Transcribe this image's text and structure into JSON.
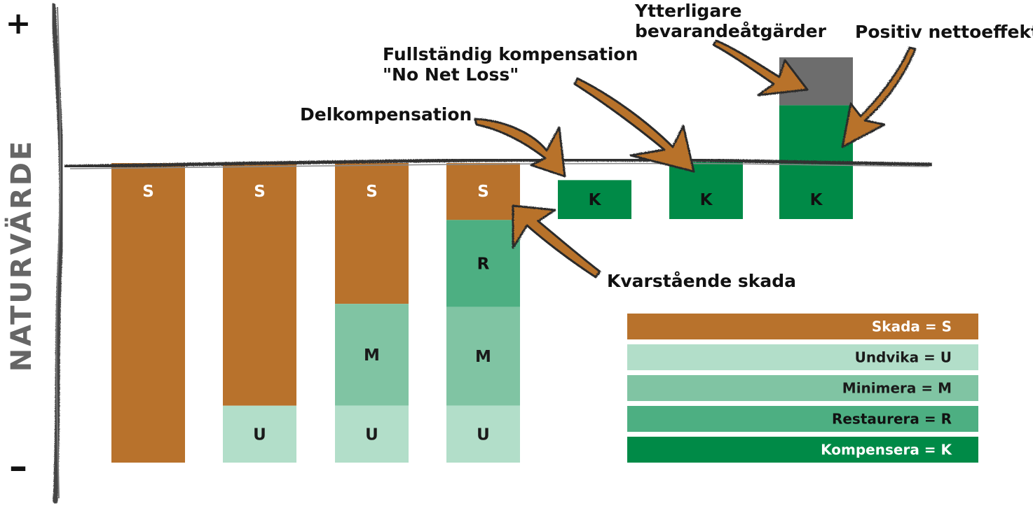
{
  "axis": {
    "plus": "+",
    "minus": "–",
    "label": "NATURVÄRDE",
    "color": "#444444"
  },
  "colors": {
    "skada": "#b8722c",
    "undvika": "#b2dec9",
    "minimera": "#80c4a3",
    "restaurera": "#4daf82",
    "kompensera": "#008a47",
    "extra": "#6d6d6d",
    "arrow": "#b8722c",
    "arrow_outline": "#2b2b2b"
  },
  "bars": [
    {
      "segments": [
        {
          "type": "skada",
          "letter": "S",
          "value": 1.0
        }
      ]
    },
    {
      "segments": [
        {
          "type": "skada",
          "letter": "S",
          "value": 0.81
        },
        {
          "type": "undvika",
          "letter": "U",
          "value": 0.19
        }
      ]
    },
    {
      "segments": [
        {
          "type": "skada",
          "letter": "S",
          "value": 0.47
        },
        {
          "type": "minimera",
          "letter": "M",
          "value": 0.34
        },
        {
          "type": "undvika",
          "letter": "U",
          "value": 0.19
        }
      ]
    },
    {
      "segments": [
        {
          "type": "skada",
          "letter": "S",
          "value": 0.19
        },
        {
          "type": "restaurera",
          "letter": "R",
          "value": 0.29
        },
        {
          "type": "minimera",
          "letter": "M",
          "value": 0.33
        },
        {
          "type": "undvika",
          "letter": "U",
          "value": 0.19
        }
      ]
    }
  ],
  "comp_bars": [
    {
      "letter": "K",
      "neg_value": 0.13,
      "pos_value": 0.0,
      "extra_value": 0.0
    },
    {
      "letter": "K",
      "neg_value": 0.19,
      "pos_value": 0.0,
      "extra_value": 0.0
    },
    {
      "letter": "K",
      "neg_value": 0.19,
      "pos_value": 0.19,
      "extra_value": 0.16
    }
  ],
  "annotations": {
    "delkompensation": "Delkompensation",
    "fullstandig_line1": "Fullständig kompensation",
    "fullstandig_line2": "\"No Net Loss\"",
    "ytterligare_line1": "Ytterligare",
    "ytterligare_line2": "bevarandeåtgärder",
    "positiv": "Positiv nettoeffekt",
    "kvarstaende": "Kvarstående skada"
  },
  "legend": [
    {
      "type": "skada",
      "label": "Skada = S"
    },
    {
      "type": "undvika",
      "label": "Undvika = U"
    },
    {
      "type": "minimera",
      "label": "Minimera = M"
    },
    {
      "type": "restaurera",
      "label": "Restaurera = R"
    },
    {
      "type": "kompensera",
      "label": "Kompensera = K"
    }
  ]
}
